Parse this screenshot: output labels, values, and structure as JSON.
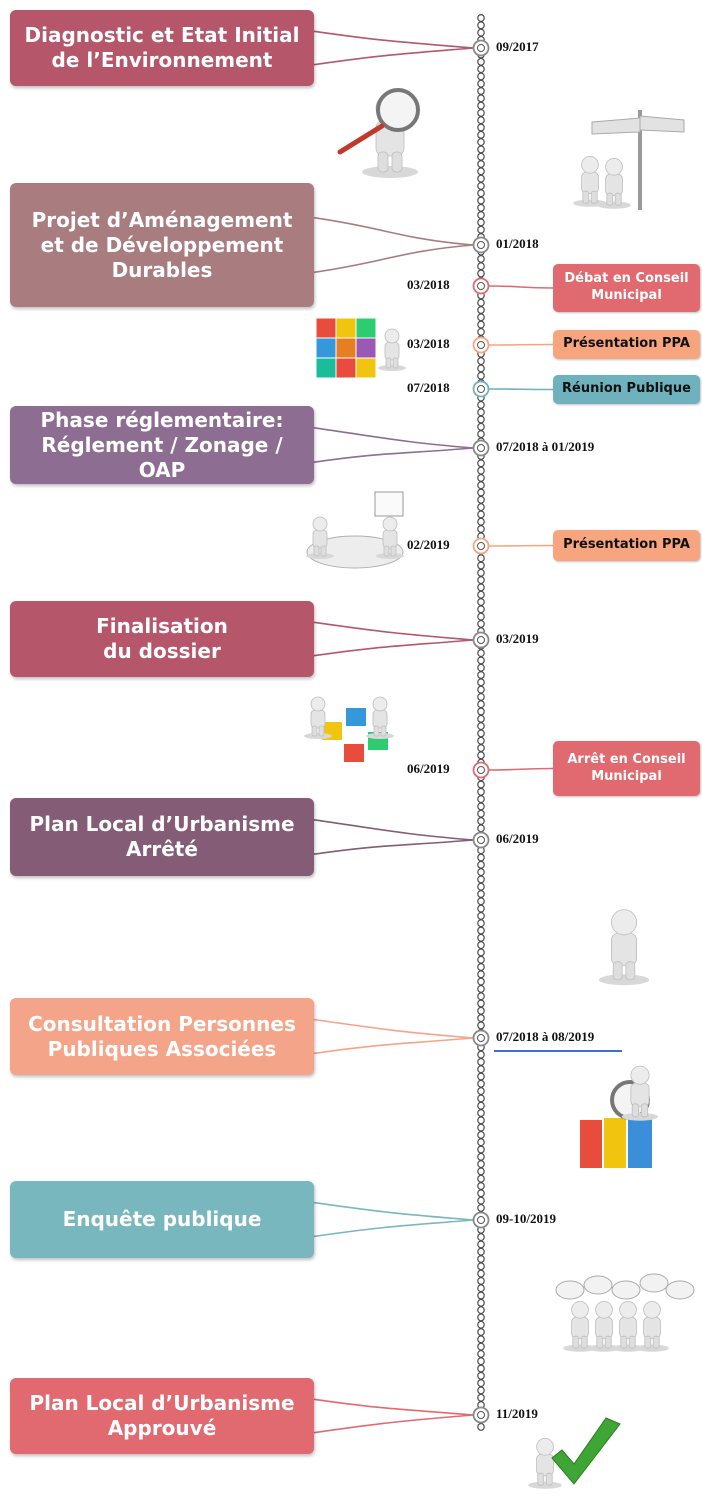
{
  "phases": [
    {
      "label": "Diagnostic et Etat Initial\nde l’Environnement",
      "date": "09/2017",
      "color": "#b5566a"
    },
    {
      "label": "Projet d’Aménagement\net de Développement\nDurables",
      "date": "01/2018",
      "color": "#a97d80"
    },
    {
      "label": "Phase réglementaire:\nRéglement / Zonage / OAP",
      "date": "07/2018 à 01/2019",
      "color": "#8d6e92"
    },
    {
      "label": "Finalisation\ndu dossier",
      "date": "03/2019",
      "color": "#b5566a"
    },
    {
      "label": "Plan Local d’Urbanisme\nArrêté",
      "date": "06/2019",
      "color": "#845c75"
    },
    {
      "label": "Consultation Personnes\nPubliques Associées",
      "date": "07/2018 à 08/2019",
      "color": "#f4a489"
    },
    {
      "label": "Enquête publique",
      "date": "09-10/2019",
      "color": "#79b7be"
    },
    {
      "label": "Plan Local d’Urbanisme\nApprouvé",
      "date": "11/2019",
      "color": "#e06a70"
    }
  ],
  "events": [
    {
      "label": "Débat en Conseil\nMunicipal",
      "date": "03/2018",
      "bg": "#e06a70",
      "text": "#ffffff",
      "line": "#e06a70"
    },
    {
      "label": "Présentation PPA",
      "date": "03/2018",
      "bg": "#f6a57f",
      "text": "#111111",
      "line": "#f6a57f"
    },
    {
      "label": "Réunion Publique",
      "date": "07/2018",
      "bg": "#6fb1bd",
      "text": "#111111",
      "line": "#6fb1bd"
    },
    {
      "label": "Présentation PPA",
      "date": "02/2019",
      "bg": "#f6a57f",
      "text": "#111111",
      "line": "#f6a57f"
    },
    {
      "label": "Arrêt en Conseil\nMunicipal",
      "date": "06/2019",
      "bg": "#e06a70",
      "text": "#ffffff",
      "line": "#e06a70"
    }
  ],
  "illustrations": [
    "magnifier-figure-icon",
    "signpost-figures-icon",
    "puzzle-cube-figures-icon",
    "meeting-table-figures-icon",
    "puzzle-pieces-figures-icon",
    "thumbs-up-figure-icon",
    "magnifier-folders-figure-icon",
    "speech-bubbles-crowd-icon",
    "checkmark-figure-icon"
  ]
}
